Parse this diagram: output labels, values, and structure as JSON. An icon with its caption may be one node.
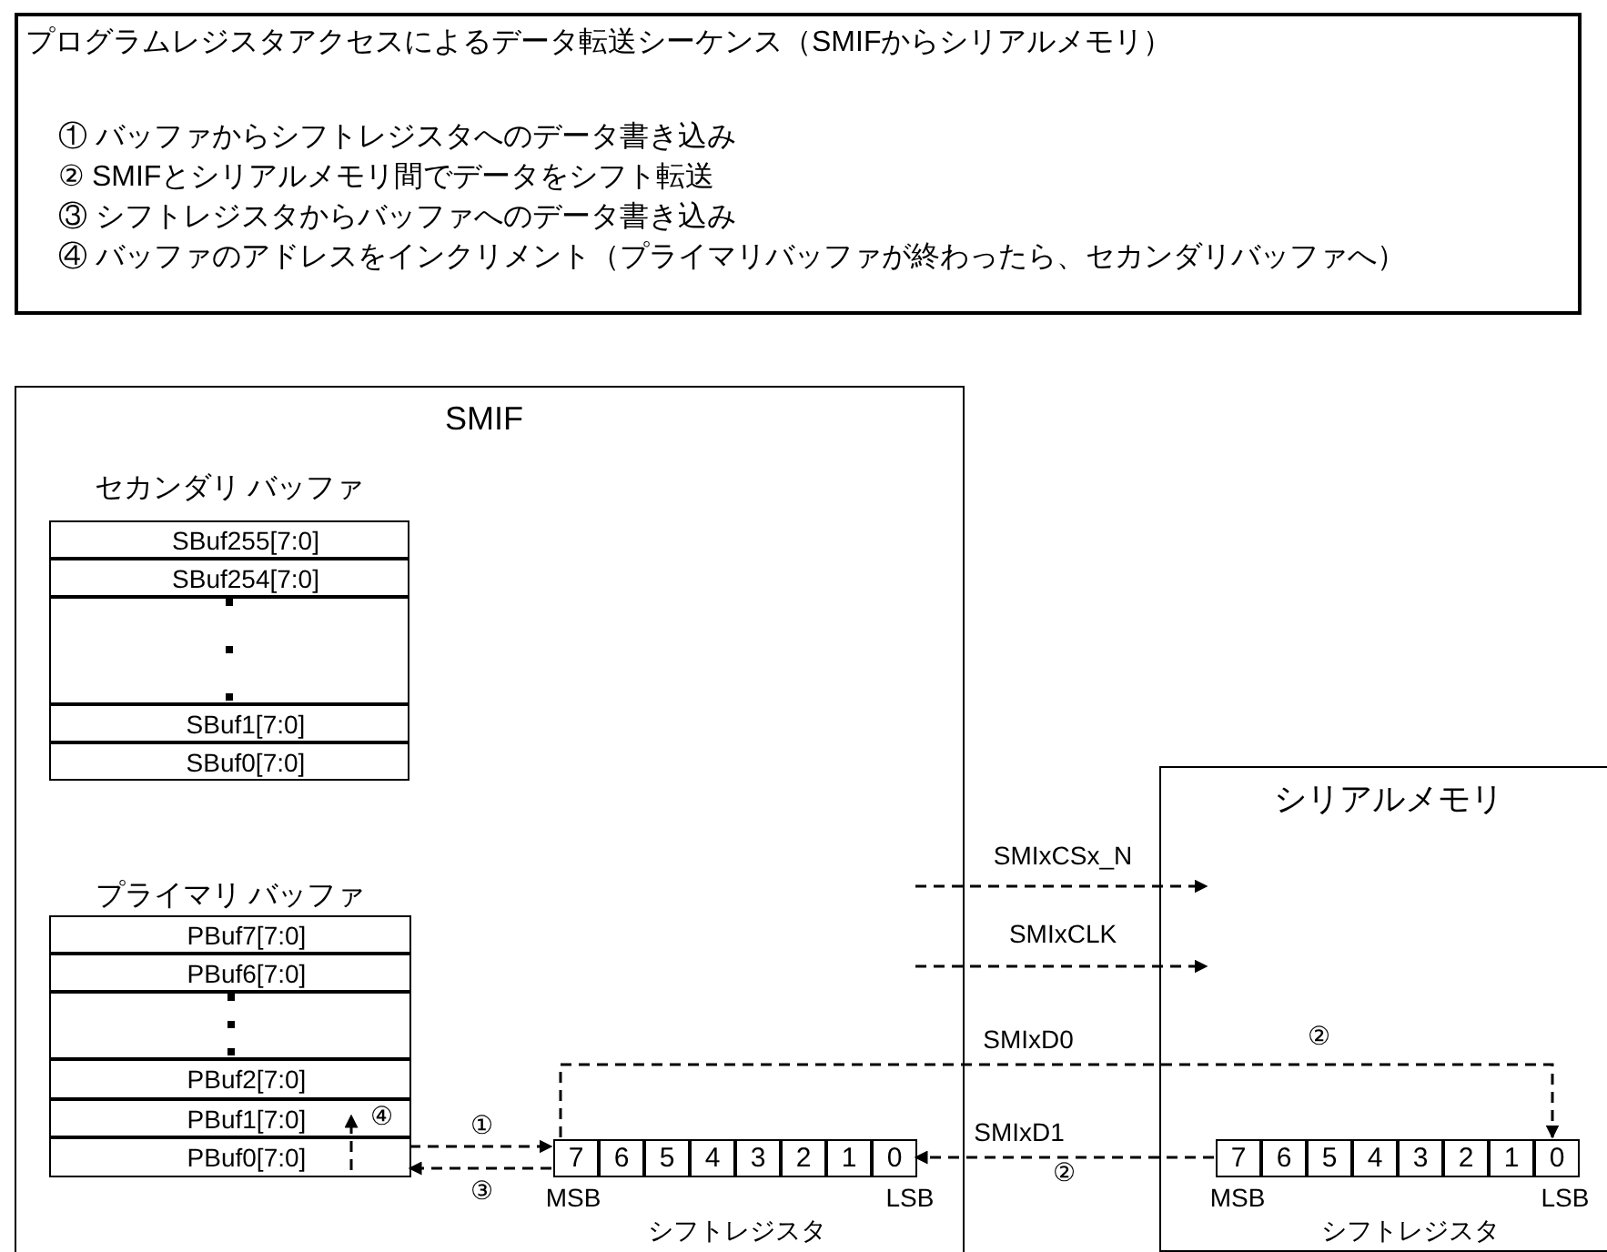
{
  "diagram": {
    "nodes": [
      {
        "text": [
          "プログラムレジスタアクセスによるデータ転送シーケンス（SMIFからシリアルメモリ）",
          "① バッファからシフトレジスタへのデータ書き込み",
          "② SMIFとシリアルメモリ間でデータをシフト転送",
          "③ シフトレジスタからバッファへのデータ書き込み",
          "④ バッファのアドレスをインクリメント（プライマリバッファが終わったら、セカンダリバッファへ）"
        ]
      },
      {
        "text": [
          "SMIF"
        ]
      },
      {
        "text": [
          "セカンダリ バッファ"
        ],
        "in": 1
      },
      {
        "text": [
          "SBuf255[7:0]"
        ],
        "in": 2
      },
      {
        "text": [
          "SBuf254[7:0]"
        ],
        "in": 2
      },
      {
        "text": [],
        "shape": "box",
        "in": 2
      },
      {
        "text": [
          "SBuf1[7:0]"
        ],
        "in": 2
      },
      {
        "text": [
          "SBuf0[7:0]"
        ],
        "in": 2
      },
      {
        "text": [
          "プライマリ バッファ"
        ],
        "in": 1
      },
      {
        "text": [
          "PBuf7[7:0]"
        ],
        "in": 8
      },
      {
        "text": [
          "PBuf6[7:0]"
        ],
        "in": 8
      },
      {
        "text": [],
        "shape": "box",
        "in": 8
      },
      {
        "text": [
          "PBuf2[7:0]"
        ],
        "in": 8
      },
      {
        "text": [
          "PBuf1[7:0]"
        ],
        "in": 8
      },
      {
        "text": [
          "PBuf0[7:0]"
        ],
        "in": 8
      },
      {
        "text": [
          "7"
        ],
        "in": 1
      },
      {
        "text": [
          "6"
        ],
        "in": 1
      },
      {
        "text": [
          "5"
        ],
        "in": 1
      },
      {
        "text": [
          "4"
        ],
        "in": 1
      },
      {
        "text": [
          "3"
        ],
        "in": 1
      },
      {
        "text": [
          "2"
        ],
        "in": 1
      },
      {
        "text": [
          "1"
        ],
        "in": 1
      },
      {
        "text": [
          "0"
        ],
        "in": 1
      },
      {
        "text": [
          "シリアルメモリ"
        ]
      },
      {
        "text": [
          "7"
        ],
        "in": 23
      },
      {
        "text": [
          "6"
        ],
        "in": 23
      },
      {
        "text": [
          "5"
        ],
        "in": 23
      },
      {
        "text": [
          "4"
        ],
        "in": 23
      },
      {
        "text": [
          "3"
        ],
        "in": 23
      },
      {
        "text": [
          "2"
        ],
        "in": 23
      },
      {
        "text": [
          "1"
        ],
        "in": 23
      },
      {
        "text": [
          "0"
        ],
        "in": 23
      }
    ],
    "edges": [
      {
        "from": 14,
        "to": 15,
        "arrow": "to",
        "style": "dashed",
        "label": "①"
      },
      {
        "from": 15,
        "to": 14,
        "arrow": "to",
        "style": "dashed",
        "label": "③"
      },
      {
        "from": 14,
        "to": 13,
        "arrow": "to",
        "style": "dashed",
        "label": "④"
      },
      {
        "from": 1,
        "to": 23,
        "arrow": "to",
        "style": "dashed",
        "label": "SMIxCSx_N"
      },
      {
        "from": 1,
        "to": 23,
        "arrow": "to",
        "style": "dashed",
        "label": "SMIxCLK"
      },
      {
        "from": 15,
        "to": 31,
        "arrow": "to",
        "style": "dashed",
        "label": "SMIxD0"
      },
      {
        "from": 24,
        "to": 22,
        "arrow": "to",
        "style": "dashed",
        "label": "SMIxD1"
      }
    ],
    "labels": [
      "②",
      "②",
      "MSB",
      "LSB",
      "シフトレジスタ",
      "MSB",
      "LSB",
      "シフトレジスタ"
    ]
  }
}
